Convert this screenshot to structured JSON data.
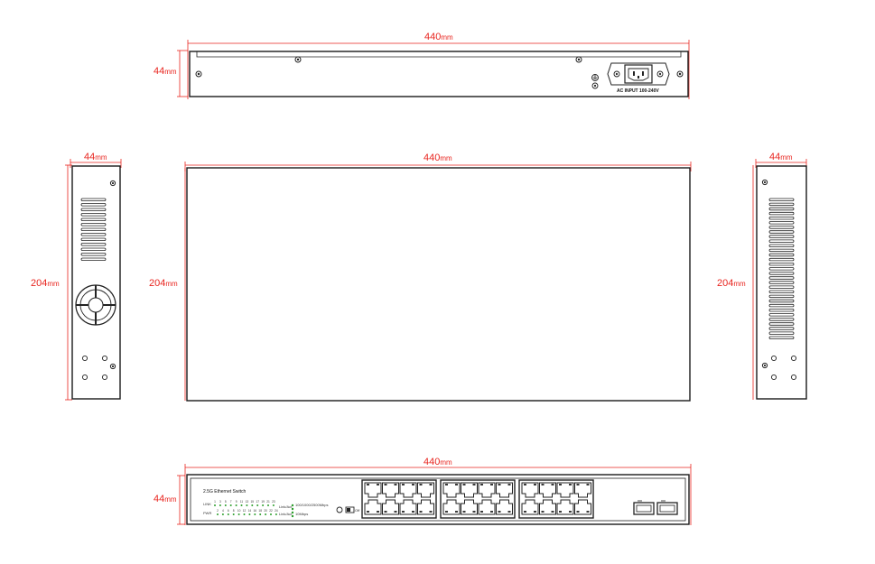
{
  "dimension_unit": "mm",
  "rear_view": {
    "width_value": "440",
    "height_value": "44",
    "power_label": "AC INPUT 100-240V"
  },
  "left_side_view": {
    "width_value": "44",
    "height_value": "204"
  },
  "top_view": {
    "width_value": "440",
    "height_value": "204"
  },
  "right_side_view": {
    "width_value": "44",
    "height_value": "204"
  },
  "front_view": {
    "width_value": "440",
    "height_value": "44",
    "product_label": "2.5G Ethernet Switch",
    "legend": {
      "link_act_top": "Link/Act",
      "speed": "100/1000/2500Mbps",
      "link_act_bottom": "Link/Act",
      "speed_low": "10Mbps",
      "mode": "Off"
    },
    "led_rows": {
      "top_label": "LINK",
      "top_ports": [
        "1",
        "3",
        "5",
        "7",
        "9",
        "11",
        "13",
        "15",
        "17",
        "19",
        "21",
        "23"
      ],
      "bottom_label": "PWR",
      "bottom_ports": [
        "2",
        "4",
        "6",
        "8",
        "10",
        "12",
        "14",
        "16",
        "18",
        "20",
        "22",
        "24"
      ]
    },
    "port_group_count": 3,
    "ports_per_group": 8,
    "sfp_count": 2
  }
}
